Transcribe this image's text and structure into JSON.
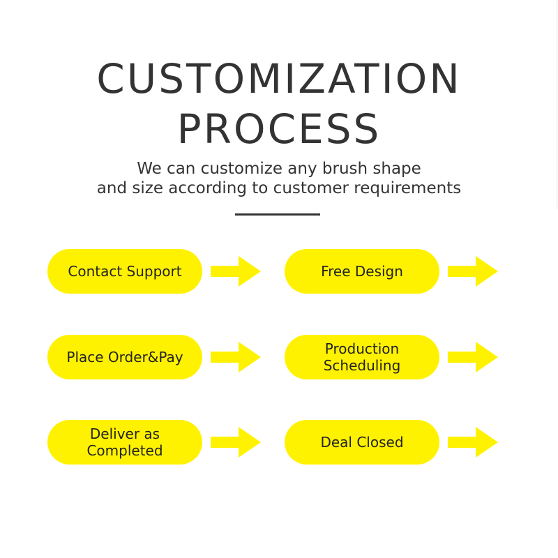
{
  "colors": {
    "accent": "#fff200",
    "text": "#333333"
  },
  "heading": {
    "line1": "CUSTOMIZATION",
    "line2": "PROCESS"
  },
  "subheading": {
    "line1": "We can customize any brush shape",
    "line2": "and size according to customer requirements"
  },
  "steps": [
    {
      "label": "Contact Support",
      "icon": "arrow-right-icon"
    },
    {
      "label": "Free Design",
      "icon": "arrow-right-icon"
    },
    {
      "label": "Place Order&Pay",
      "icon": "arrow-right-icon"
    },
    {
      "label": "Production\nScheduling",
      "icon": "arrow-right-icon"
    },
    {
      "label": "Deliver as\nCompleted",
      "icon": "arrow-right-icon"
    },
    {
      "label": "Deal Closed",
      "icon": "arrow-right-icon"
    }
  ]
}
